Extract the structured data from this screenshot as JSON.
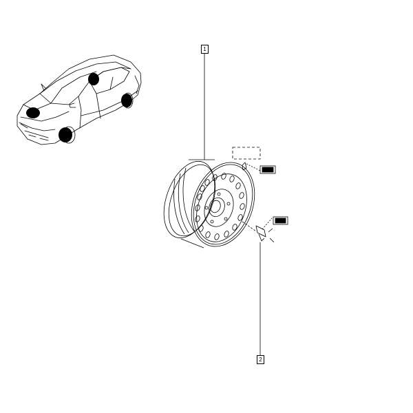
{
  "callouts": [
    {
      "label": "1",
      "part": "wheel-rim"
    },
    {
      "label": "2",
      "part": "wheel-bolt"
    }
  ],
  "colors": {
    "line": "#000000",
    "background": "#ffffff",
    "highlight": "#000000"
  },
  "icons": [
    "car-location-icon",
    "torque-spec-icon",
    "dashed-note-icon"
  ]
}
